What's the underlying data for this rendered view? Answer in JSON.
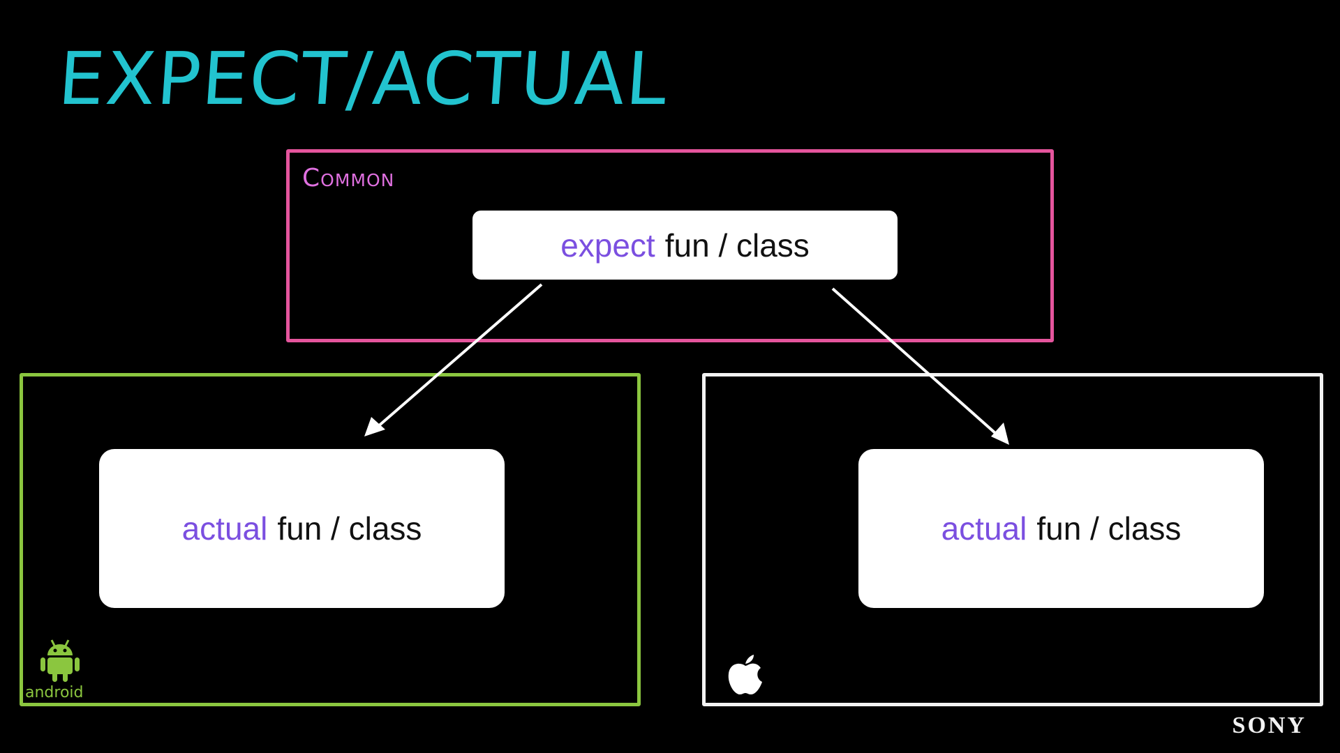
{
  "title": "EXPECT/ACTUAL",
  "groups": {
    "common": {
      "label": "Common",
      "box": {
        "keyword": "expect",
        "text": "fun / class"
      }
    },
    "android": {
      "logo_text": "android",
      "box": {
        "keyword": "actual",
        "text": "fun / class"
      }
    },
    "ios": {
      "box": {
        "keyword": "actual",
        "text": "fun / class"
      }
    }
  },
  "brand": "SONY",
  "colors": {
    "title": "#22c3cf",
    "common_border": "#e5559d",
    "android_border": "#8bc63f",
    "ios_border": "#f2f2f2",
    "keyword": "#7b4fe0"
  },
  "icons": {
    "android": "android-robot-icon",
    "apple": "apple-icon"
  }
}
